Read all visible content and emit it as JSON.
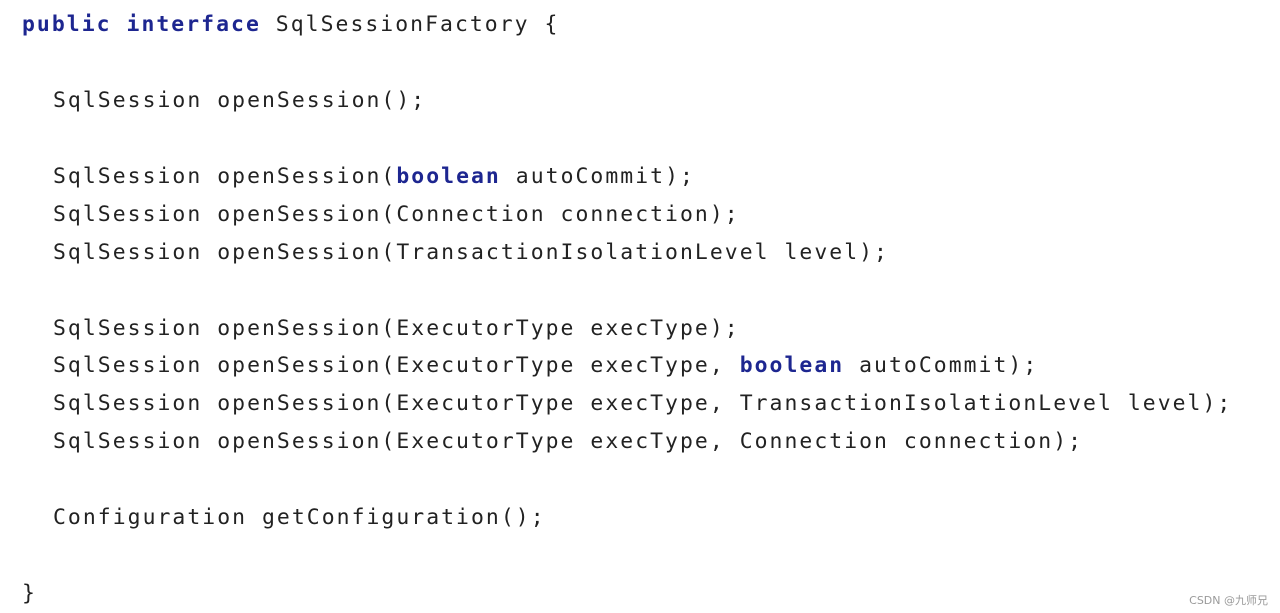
{
  "code": {
    "language": "java",
    "keyword_color": "#1d2690",
    "text_color": "#222222",
    "lines": [
      {
        "indent": 0,
        "tokens": [
          {
            "t": "public",
            "kw": true
          },
          {
            "t": " "
          },
          {
            "t": "interface",
            "kw": true
          },
          {
            "t": " SqlSessionFactory {"
          }
        ]
      },
      {
        "indent": 0,
        "tokens": []
      },
      {
        "indent": 1,
        "tokens": [
          {
            "t": "SqlSession openSession();"
          }
        ]
      },
      {
        "indent": 0,
        "tokens": []
      },
      {
        "indent": 1,
        "tokens": [
          {
            "t": "SqlSession openSession("
          },
          {
            "t": "boolean",
            "kw": true
          },
          {
            "t": " autoCommit);"
          }
        ]
      },
      {
        "indent": 1,
        "tokens": [
          {
            "t": "SqlSession openSession(Connection connection);"
          }
        ]
      },
      {
        "indent": 1,
        "tokens": [
          {
            "t": "SqlSession openSession(TransactionIsolationLevel level);"
          }
        ]
      },
      {
        "indent": 0,
        "tokens": []
      },
      {
        "indent": 1,
        "tokens": [
          {
            "t": "SqlSession openSession(ExecutorType execType);"
          }
        ]
      },
      {
        "indent": 1,
        "tokens": [
          {
            "t": "SqlSession openSession(ExecutorType execType, "
          },
          {
            "t": "boolean",
            "kw": true
          },
          {
            "t": " autoCommit);"
          }
        ]
      },
      {
        "indent": 1,
        "tokens": [
          {
            "t": "SqlSession openSession(ExecutorType execType, TransactionIsolationLevel level);"
          }
        ]
      },
      {
        "indent": 1,
        "tokens": [
          {
            "t": "SqlSession openSession(ExecutorType execType, Connection connection);"
          }
        ]
      },
      {
        "indent": 0,
        "tokens": []
      },
      {
        "indent": 1,
        "tokens": [
          {
            "t": "Configuration getConfiguration();"
          }
        ]
      },
      {
        "indent": 0,
        "tokens": []
      },
      {
        "indent": 0,
        "tokens": [
          {
            "t": "}"
          }
        ]
      }
    ]
  },
  "watermark": "CSDN @九师兄"
}
